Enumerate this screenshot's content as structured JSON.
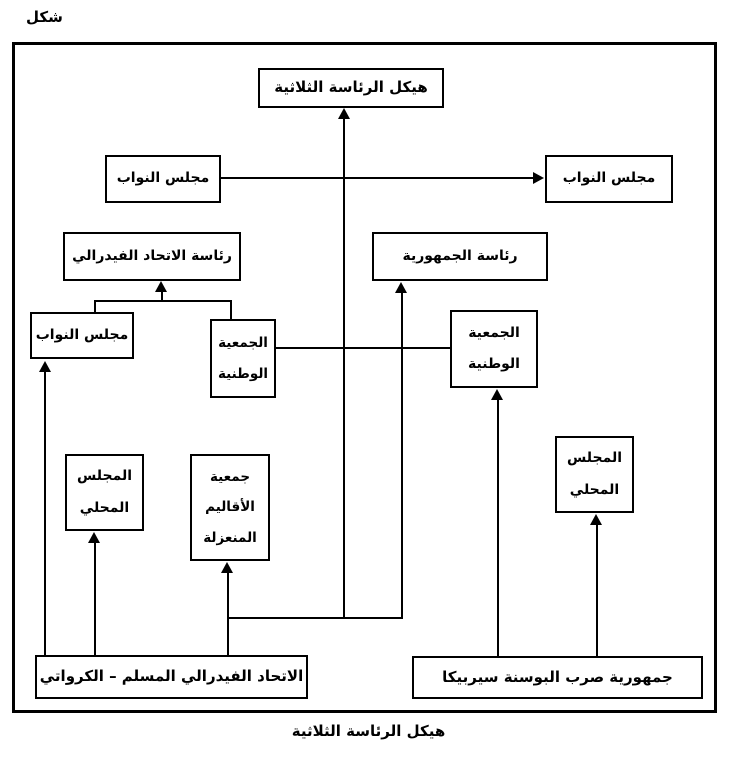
{
  "figure_label": "شكل",
  "caption": "هيكل الرئاسة الثلاثية",
  "colors": {
    "line": "#000000",
    "background": "#ffffff",
    "box_fill": "#ffffff",
    "text": "#000000"
  },
  "nodes": {
    "presidency_structure_title": {
      "lines": [
        "هيكل الرئاسة الثلاثية"
      ]
    },
    "council_of_representatives_upper_left": {
      "lines": [
        "مجلس النواب"
      ]
    },
    "council_of_representatives_upper_right": {
      "lines": [
        "مجلس النواب"
      ]
    },
    "federal_union_presidency": {
      "lines": [
        "رئاسة الاتحاد الفيدرالي"
      ]
    },
    "republic_presidency": {
      "lines": [
        "رئاسة الجمهورية"
      ]
    },
    "council_of_representatives_mid": {
      "lines": [
        "مجلس النواب"
      ]
    },
    "national_assembly_center": {
      "lines": [
        "الجمعية",
        "الوطنية"
      ]
    },
    "national_assembly_right": {
      "lines": [
        "الجمعية",
        "الوطنية"
      ]
    },
    "local_council_left": {
      "lines": [
        "المجلس",
        "المحلي"
      ]
    },
    "isolated_regions_assembly": {
      "lines": [
        "جمعية",
        "الأقاليم",
        "المنعزلة"
      ]
    },
    "local_council_right": {
      "lines": [
        "المجلس",
        "المحلي"
      ]
    },
    "muslim_croat_federal_union": {
      "lines": [
        "الاتحاد الفيدرالي المسلم – الكرواتي"
      ]
    },
    "republika_srpska_bosnia": {
      "lines": [
        "جمهورية صرب البوسنة سيربيكا"
      ]
    }
  }
}
